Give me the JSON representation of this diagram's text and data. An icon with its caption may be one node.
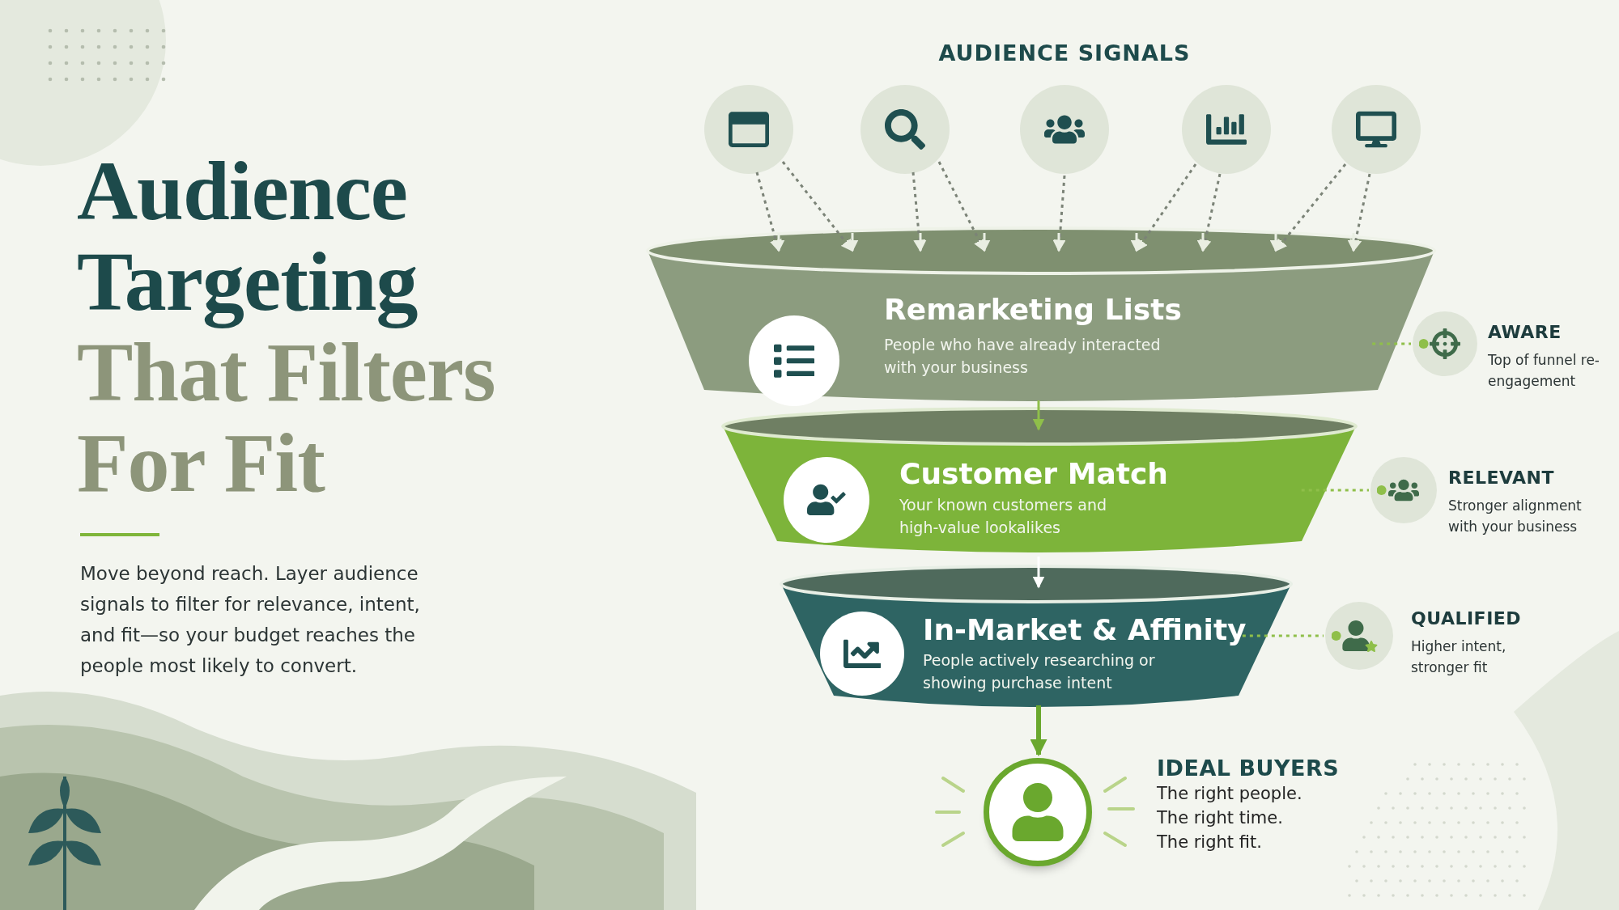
{
  "diagram": {
    "title": "Audience Targeting That Filters For Fit",
    "nodes": [
      {
        "text": [],
        "shape": "circle"
      },
      {
        "text": [],
        "shape": "circle"
      },
      {
        "text": [],
        "shape": "circle"
      },
      {
        "text": [],
        "shape": "circle"
      },
      {
        "text": [],
        "shape": "circle"
      },
      {
        "text": [
          "Remarketing Lists",
          "People who have already interacted with your business"
        ]
      },
      {
        "text": [
          "Customer Match",
          "Your known customers and high-value lookalikes"
        ]
      },
      {
        "text": [
          "In-Market & Affinity",
          "People actively researching or showing purchase intent"
        ]
      },
      {
        "text": [],
        "shape": "person",
        "beside": [
          "IDEAL BUYERS",
          "The right people.",
          "The right time.",
          "The right fit."
        ]
      },
      {
        "text": [],
        "shape": "circle",
        "beside": [
          "AWARE",
          "Top of funnel re-engagement"
        ]
      },
      {
        "text": [],
        "shape": "circle",
        "beside": [
          "RELEVANT",
          "Stronger alignment with your business"
        ]
      },
      {
        "text": [],
        "shape": "circle",
        "beside": [
          "QUALIFIED",
          "Higher intent, stronger fit"
        ]
      }
    ],
    "edges": [
      {
        "from": 0,
        "to": 5,
        "arrow": "to",
        "style": "dashed"
      },
      {
        "from": 0,
        "to": 5,
        "arrow": "to",
        "style": "dashed"
      },
      {
        "from": 1,
        "to": 5,
        "arrow": "to",
        "style": "dashed"
      },
      {
        "from": 1,
        "to": 5,
        "arrow": "to",
        "style": "dashed"
      },
      {
        "from": 2,
        "to": 5,
        "arrow": "to",
        "style": "dashed"
      },
      {
        "from": 3,
        "to": 5,
        "arrow": "to",
        "style": "dashed"
      },
      {
        "from": 3,
        "to": 5,
        "arrow": "to",
        "style": "dashed"
      },
      {
        "from": 4,
        "to": 5,
        "arrow": "to",
        "style": "dashed"
      },
      {
        "from": 4,
        "to": 5,
        "arrow": "to",
        "style": "dashed"
      },
      {
        "from": 5,
        "to": 6,
        "arrow": "to",
        "color": "#8fbf4a"
      },
      {
        "from": 6,
        "to": 7,
        "arrow": "to",
        "color": "#ffffff"
      },
      {
        "from": 7,
        "to": 8,
        "arrow": "to",
        "style": "thick",
        "color": "#6aa82e"
      },
      {
        "from": 5,
        "to": 9,
        "arrow": "other",
        "style": "dashed",
        "color": "#8fbf4a"
      },
      {
        "from": 6,
        "to": 10,
        "arrow": "other",
        "style": "dashed",
        "color": "#8fbf4a"
      },
      {
        "from": 7,
        "to": 11,
        "arrow": "other",
        "style": "dashed",
        "color": "#8fbf4a"
      }
    ],
    "labels": [
      "AUDIENCE SIGNALS",
      "Move beyond reach. Layer audience signals to filter for relevance, intent, and fit—so your budget reaches the people most likely to convert."
    ]
  }
}
